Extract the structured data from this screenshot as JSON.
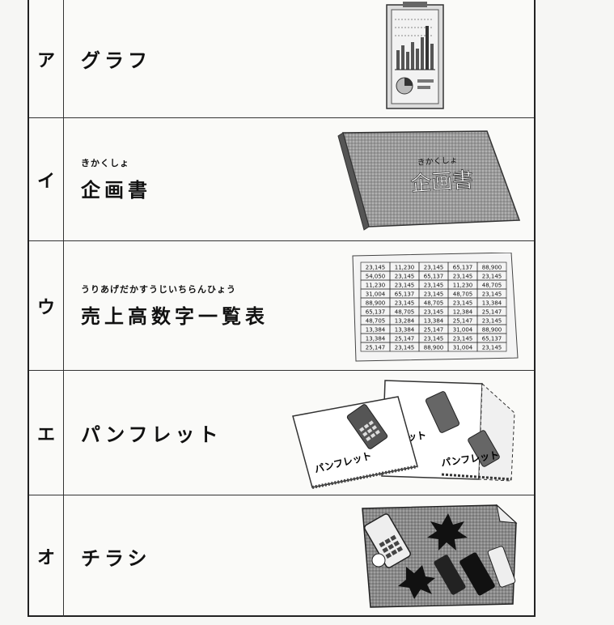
{
  "rows": [
    {
      "mark": "ア",
      "ruby": "",
      "label": "グラフ",
      "icon": "graph-report-icon"
    },
    {
      "mark": "イ",
      "ruby": "きかくしょ",
      "label": "企画書",
      "icon": "proposal-book-icon",
      "cover_ruby": "きかくしょ",
      "cover_title": "企画書"
    },
    {
      "mark": "ウ",
      "ruby": "うりあげだかすうじいちらんひょう",
      "label": "売上高数字一覧表",
      "icon": "sales-table-icon",
      "table_rows": [
        [
          "23,145",
          "11,230",
          "23,145",
          "65,137",
          "88,900"
        ],
        [
          "54,050",
          "23,145",
          "65,137",
          "23,145",
          "23,145"
        ],
        [
          "11,230",
          "23,145",
          "23,145",
          "11,230",
          "48,705"
        ],
        [
          "31,004",
          "65,137",
          "23,145",
          "48,705",
          "23,145"
        ],
        [
          "88,900",
          "23,145",
          "48,705",
          "23,145",
          "13,384"
        ],
        [
          "65,137",
          "48,705",
          "23,145",
          "12,384",
          "25,147"
        ],
        [
          "48,705",
          "13,284",
          "13,384",
          "25,147",
          "23,145"
        ],
        [
          "13,384",
          "13,384",
          "25,147",
          "31,004",
          "88,900"
        ],
        [
          "13,384",
          "25,147",
          "23,145",
          "23,145",
          "65,137"
        ],
        [
          "25,147",
          "23,145",
          "88,900",
          "31,004",
          "23,145"
        ]
      ]
    },
    {
      "mark": "エ",
      "ruby": "",
      "label": "パンフレット",
      "icon": "pamphlet-icon",
      "pamphlet_text_front": "パンフレット",
      "pamphlet_text_back": "フレット",
      "pamphlet_text_back2": "パンフレット"
    },
    {
      "mark": "オ",
      "ruby": "",
      "label": "チラシ",
      "icon": "flyer-icon"
    }
  ]
}
